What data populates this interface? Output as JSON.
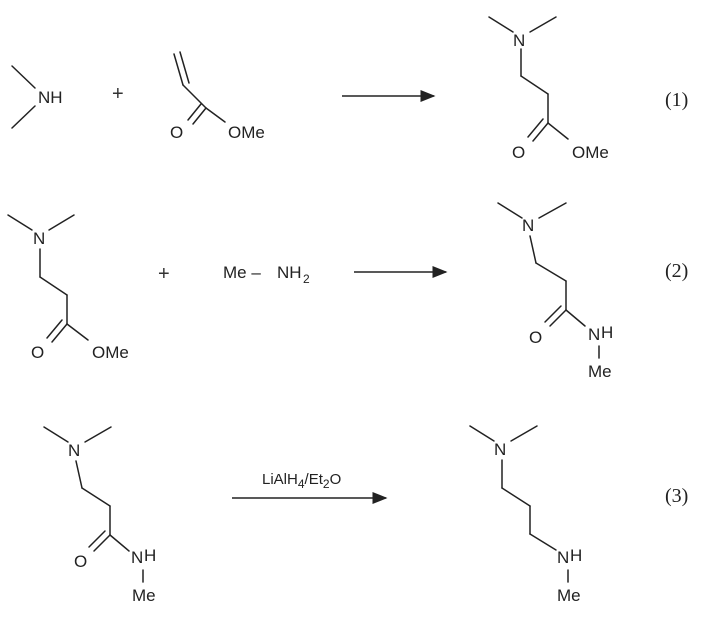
{
  "atoms": {
    "N": "N",
    "NH": "NH",
    "N_H": "H",
    "O": "O",
    "OMe": "OMe",
    "Me": "Me",
    "NH2_main": "NH",
    "NH2_sub": "2",
    "Me_dash": "Me –"
  },
  "plus_sign": "+",
  "reaction_numbers": [
    "(1)",
    "(2)",
    "(3)"
  ],
  "reagents": {
    "step3": {
      "a": "LiAlH",
      "a_sub": "4",
      "b": "/Et",
      "b_sub": "2",
      "c": "O"
    }
  }
}
